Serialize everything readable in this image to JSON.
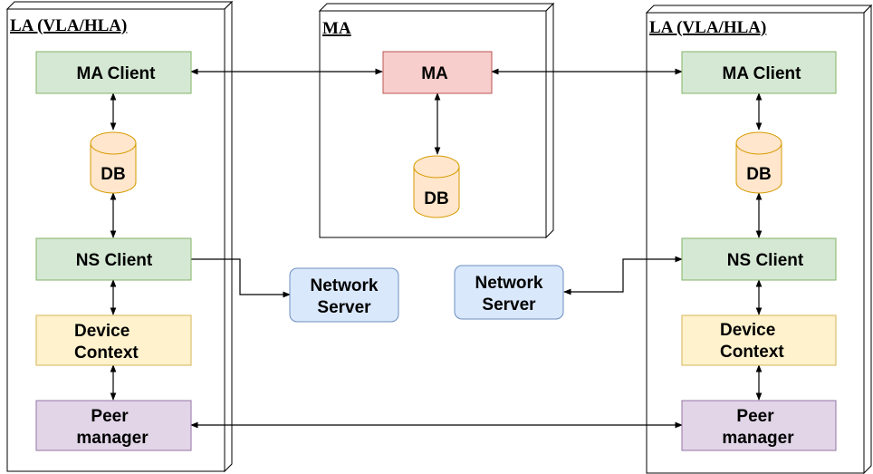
{
  "frames": {
    "left_title": "LA (VLA/HLA)",
    "center_title": "MA",
    "right_title": "LA (VLA/HLA)"
  },
  "left": {
    "ma_client": "MA Client",
    "db": "DB",
    "ns_client": "NS Client",
    "device_context_line1": "Device",
    "device_context_line2": "Context",
    "peer_manager_line1": "Peer",
    "peer_manager_line2": "manager"
  },
  "center": {
    "ma": "MA",
    "db": "DB"
  },
  "right": {
    "ma_client": "MA Client",
    "db": "DB",
    "ns_client": "NS Client",
    "device_context_line1": "Device",
    "device_context_line2": "Context",
    "peer_manager_line1": "Peer",
    "peer_manager_line2": "manager"
  },
  "network_server_left": {
    "line1": "Network",
    "line2": "Server"
  },
  "network_server_right": {
    "line1": "Network",
    "line2": "Server"
  },
  "colors": {
    "green_fill": "#d5e8d4",
    "green_stroke": "#82b366",
    "red_fill": "#f8cecc",
    "red_stroke": "#b85450",
    "orange_fill": "#ffe6cc",
    "orange_stroke": "#d79b00",
    "yellow_fill": "#fff2cc",
    "yellow_stroke": "#d6b656",
    "purple_fill": "#e1d5e7",
    "purple_stroke": "#9673a6",
    "blue_fill": "#dae8fc",
    "blue_stroke": "#6c8ebf"
  }
}
